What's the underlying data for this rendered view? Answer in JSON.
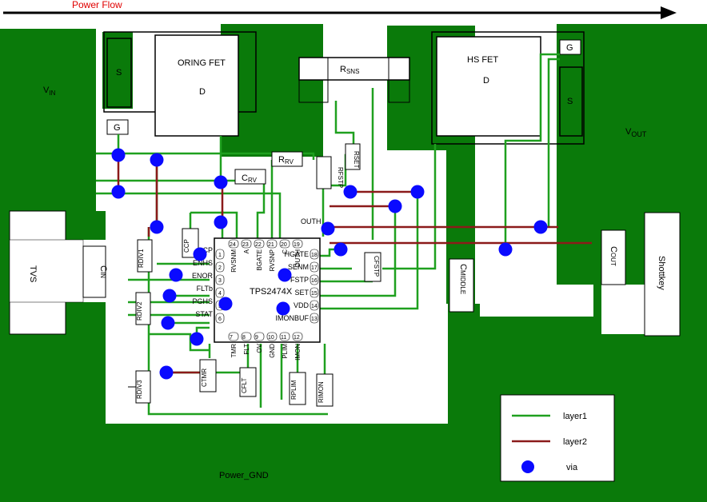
{
  "title": "Power Flow",
  "colors": {
    "copper": "#0a7a0a",
    "layer1": "#1fa01f",
    "layer2": "#8b1a1a",
    "via": "#0a0aff",
    "flow_text": "#e00000"
  },
  "regions": {
    "vin": {
      "main": "V",
      "sub": "IN"
    },
    "vout": {
      "main": "V",
      "sub": "OUT"
    },
    "gnd": "Power_GND"
  },
  "components": {
    "oring_fet": {
      "name": "ORING FET",
      "d": "D",
      "s": "S",
      "g": "G"
    },
    "hs_fet": {
      "name": "HS FET",
      "d": "D",
      "s": "S",
      "g": "G"
    },
    "tvs": "TVS",
    "schottky": "Shottkey",
    "rsns": {
      "main": "R",
      "sub": "SNS"
    },
    "rrv": {
      "main": "R",
      "sub": "RV"
    },
    "crv": {
      "main": "C",
      "sub": "RV"
    },
    "rfstp": {
      "main": "R",
      "sub": "FSTP"
    },
    "rset": {
      "main": "R",
      "sub": "SET"
    },
    "cfstp": {
      "main": "C",
      "sub": "FSTP"
    },
    "cmiddle": {
      "main": "C",
      "sub": "MIDDLE"
    },
    "cout": {
      "main": "C",
      "sub": "OUT"
    },
    "cin": {
      "main": "C",
      "sub": "IN"
    },
    "ccp": {
      "main": "C",
      "sub": "CP"
    },
    "rdiv1": {
      "main": "R",
      "sub": "DIV1"
    },
    "rdiv2": {
      "main": "R",
      "sub": "DIV2"
    },
    "rdiv3": {
      "main": "R",
      "sub": "DIV3"
    },
    "ctmr": {
      "main": "C",
      "sub": "TMR"
    },
    "cflt": {
      "main": "C",
      "sub": "FLT"
    },
    "rplim": {
      "main": "R",
      "sub": "PLIM"
    },
    "rimon": {
      "main": "R",
      "sub": "IMON"
    }
  },
  "ic": {
    "name": "TPS2474X",
    "left_pins": [
      {
        "num": "1",
        "name": "CP"
      },
      {
        "num": "2",
        "name": "ENHS"
      },
      {
        "num": "3",
        "name": "ENOR"
      },
      {
        "num": "4",
        "name": "FLTb"
      },
      {
        "num": "5",
        "name": "PGHS"
      },
      {
        "num": "6",
        "name": "STAT"
      }
    ],
    "right_pins": [
      {
        "num": "18",
        "name": "HGATE"
      },
      {
        "num": "17",
        "name": "SENM"
      },
      {
        "num": "16",
        "name": "FSTP"
      },
      {
        "num": "15",
        "name": "SET"
      },
      {
        "num": "14",
        "name": "VDD"
      },
      {
        "num": "13",
        "name": "IMONBUF"
      }
    ],
    "top_pins": [
      {
        "num": "24",
        "name": "RVSNM"
      },
      {
        "num": "23",
        "name": "A"
      },
      {
        "num": "22",
        "name": "BGATE"
      },
      {
        "num": "21",
        "name": "RVSNP"
      },
      {
        "num": "20",
        "name": "C"
      },
      {
        "num": "19",
        "name": "OUTH"
      }
    ],
    "bottom_pins": [
      {
        "num": "7",
        "name": "TMR"
      },
      {
        "num": "8",
        "name": "FLT"
      },
      {
        "num": "9",
        "name": "OV"
      },
      {
        "num": "10",
        "name": "GND"
      },
      {
        "num": "11",
        "name": "PLIM"
      },
      {
        "num": "12",
        "name": "IMON"
      }
    ]
  },
  "legend": {
    "layer1": "layer1",
    "layer2": "layer2",
    "via": "via"
  }
}
